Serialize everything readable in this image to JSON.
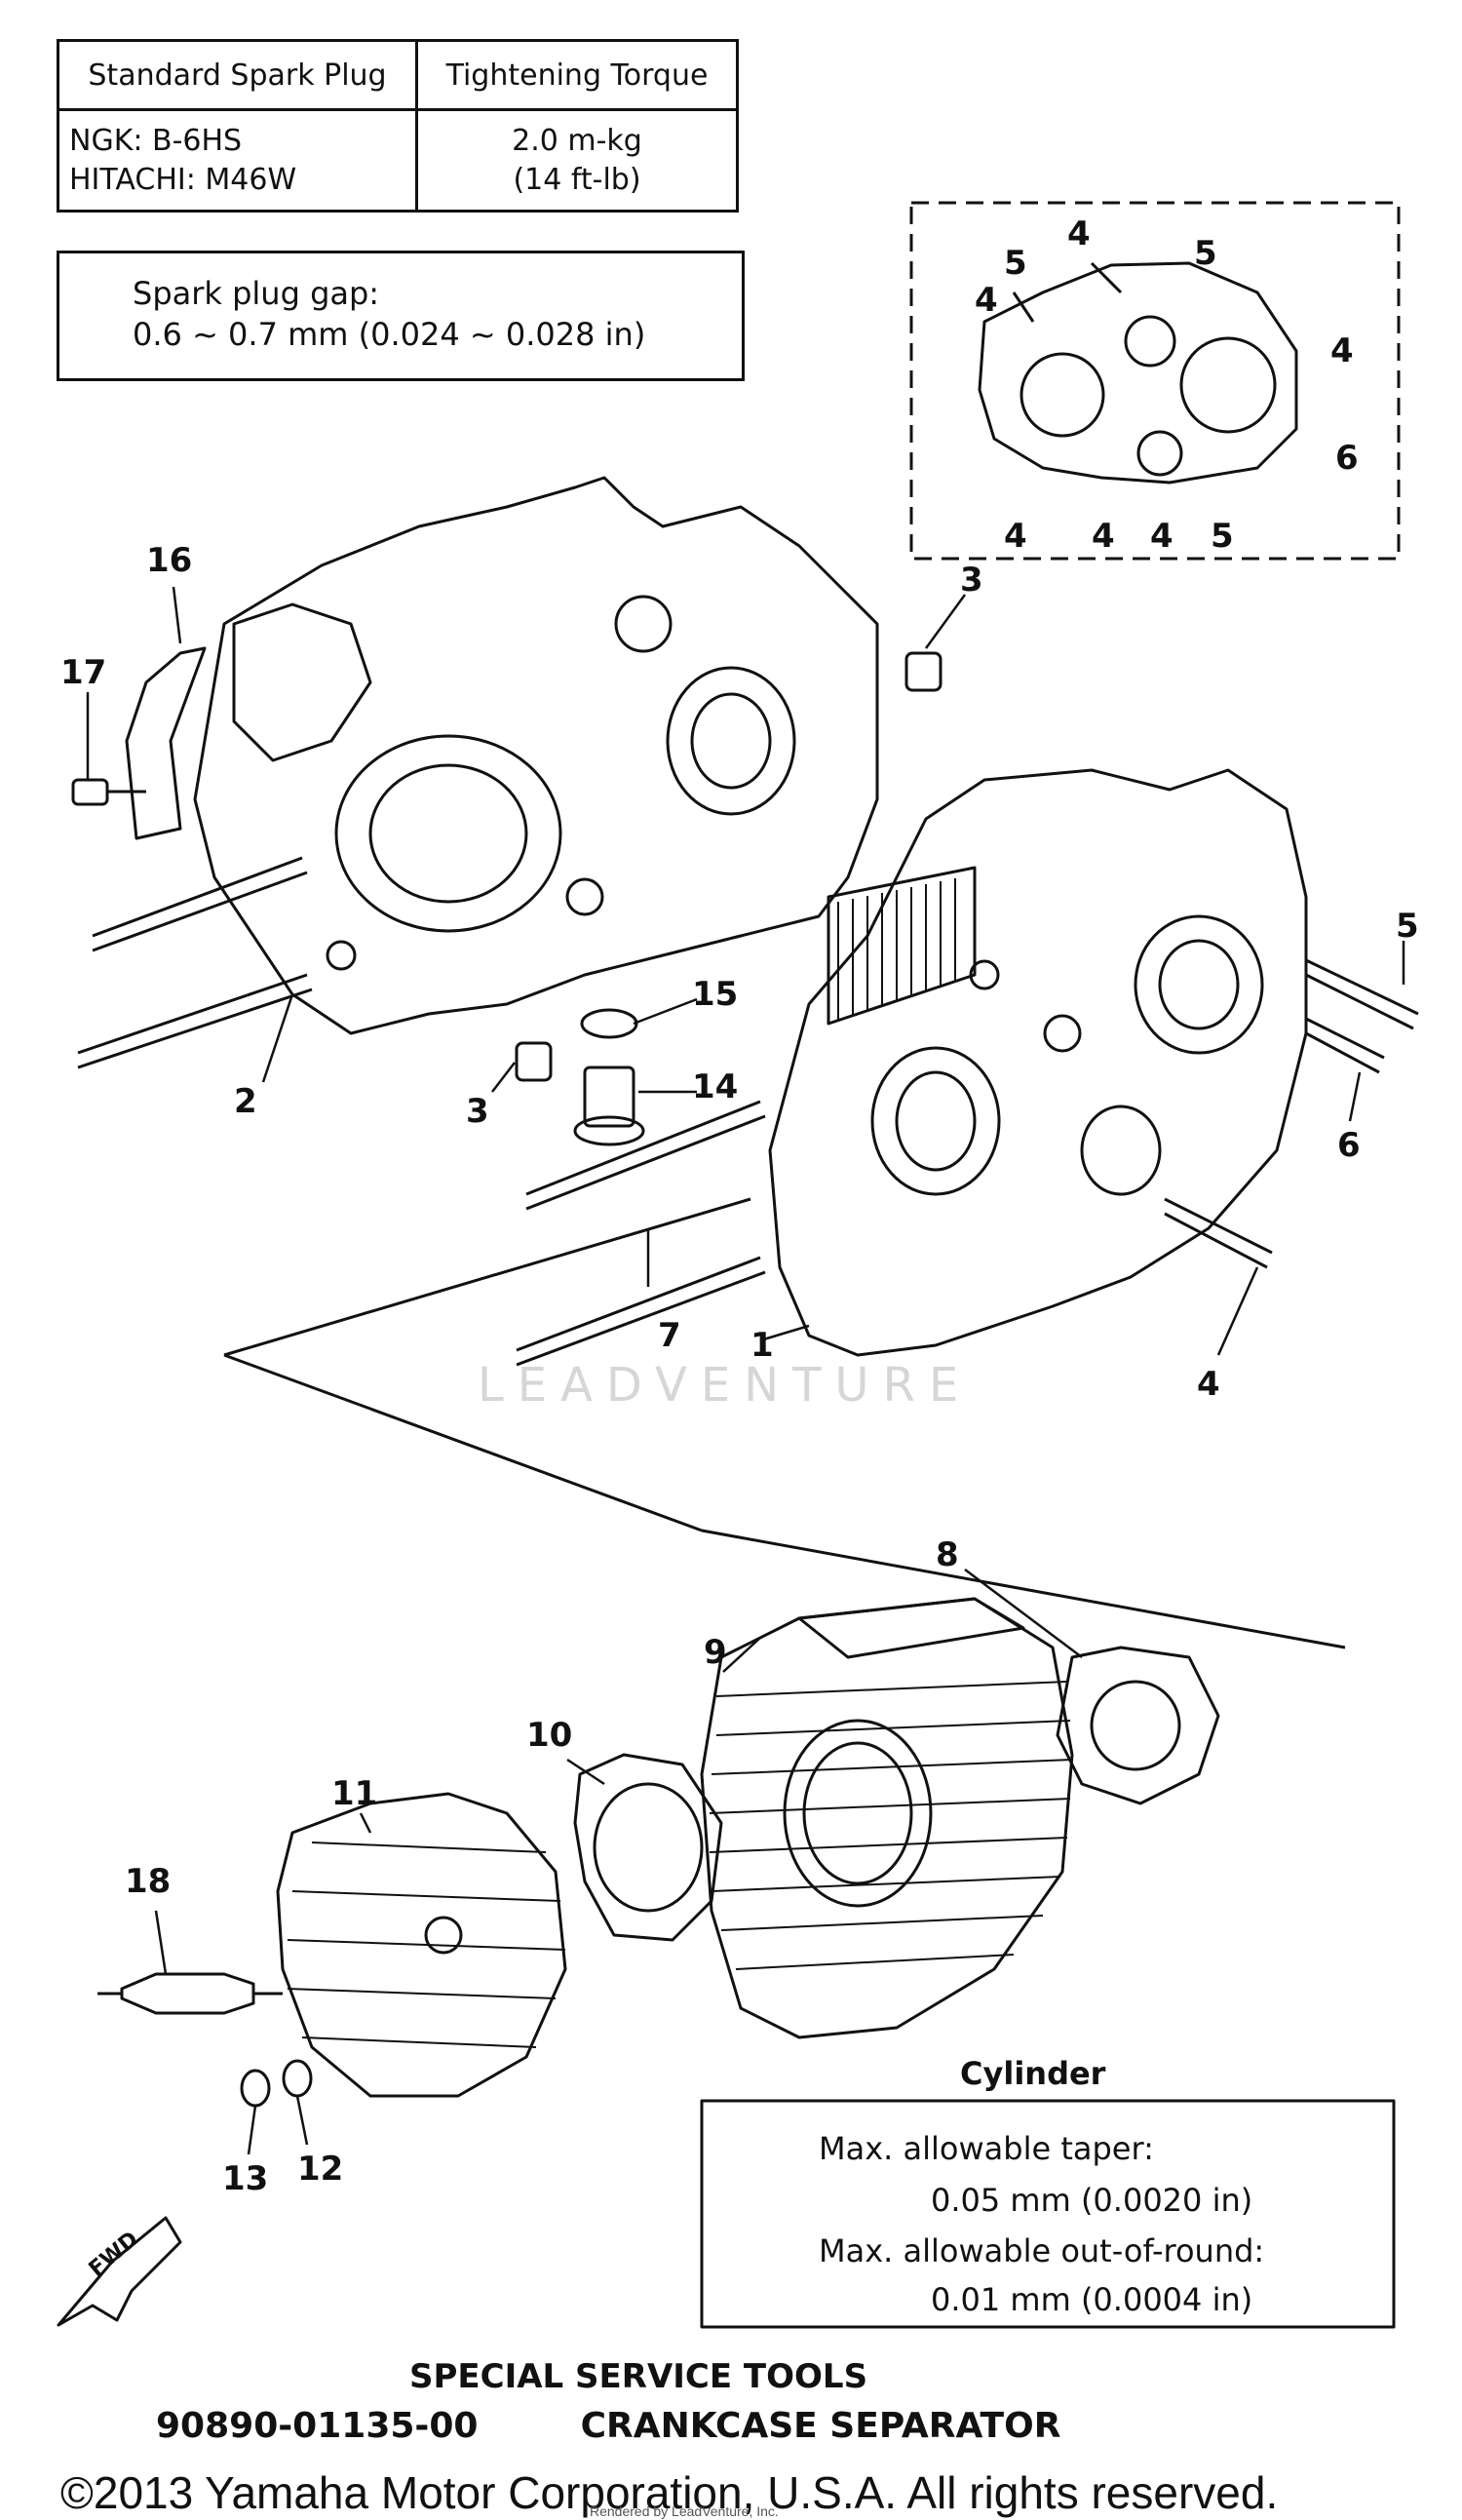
{
  "spark_plug_table": {
    "header_left": "Standard Spark Plug",
    "header_right": "Tightening Torque",
    "ngk": "NGK:   B-6HS",
    "hitachi": "HITACHI:   M46W",
    "torque_metric": "2.0 m-kg",
    "torque_imperial": "(14 ft-lb)"
  },
  "spark_gap_box": {
    "label": "Spark plug gap:",
    "value": "0.6 ~ 0.7 mm (0.024 ~ 0.028 in)"
  },
  "cylinder_spec": {
    "title": "Cylinder",
    "taper_label": "Max. allowable taper:",
    "taper_value": "0.05 mm (0.0020 in)",
    "oor_label": "Max. allowable out-of-round:",
    "oor_value": "0.01 mm (0.0004 in)"
  },
  "inset_callouts": [
    "4",
    "5",
    "5",
    "4",
    "4",
    "6",
    "4",
    "4",
    "4",
    "5"
  ],
  "part_callouts": {
    "c1": "1",
    "c2": "2",
    "c3a": "3",
    "c3b": "3",
    "c4": "4",
    "c5": "5",
    "c6": "6",
    "c7": "7",
    "c8": "8",
    "c9": "9",
    "c10": "10",
    "c11": "11",
    "c12": "12",
    "c13": "13",
    "c14": "14",
    "c15": "15",
    "c16": "16",
    "c17": "17",
    "c18": "18"
  },
  "fwd_label": "FWD",
  "watermark": "LEADVENTURE",
  "tools": {
    "heading": "SPECIAL SERVICE TOOLS",
    "part_number": "90890-01135-00",
    "name": "CRANKCASE SEPARATOR"
  },
  "copyright": "©2013 Yamaha Motor Corporation, U.S.A. All rights reserved.",
  "render_note": "Rendered by LeadVenture, Inc."
}
